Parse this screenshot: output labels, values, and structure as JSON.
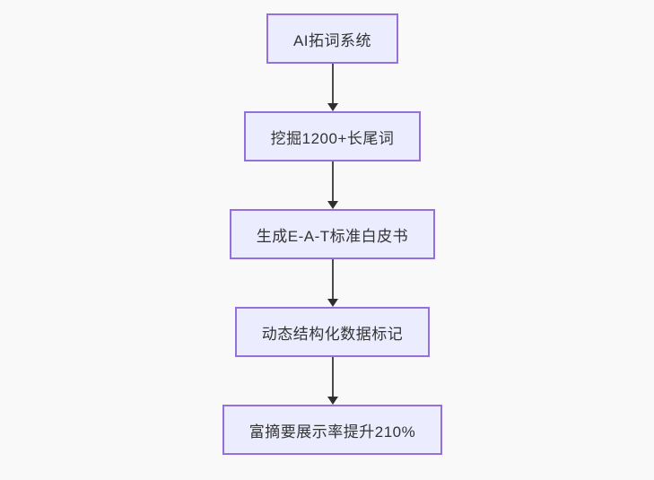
{
  "flowchart": {
    "type": "flowchart",
    "direction": "top-down",
    "background_color": "#f9f9f9",
    "style": {
      "node_fill": "#ECECFF",
      "node_border": "#9370DB",
      "text_color": "#333333",
      "arrow_color": "#333333"
    },
    "nodes": [
      {
        "id": "n1",
        "label": "AI拓词系统"
      },
      {
        "id": "n2",
        "label": "挖掘1200+长尾词"
      },
      {
        "id": "n3",
        "label": "生成E-A-T标准白皮书"
      },
      {
        "id": "n4",
        "label": "动态结构化数据标记"
      },
      {
        "id": "n5",
        "label": "富摘要展示率提升210%"
      }
    ],
    "edges": [
      {
        "from": "n1",
        "to": "n2"
      },
      {
        "from": "n2",
        "to": "n3"
      },
      {
        "from": "n3",
        "to": "n4"
      },
      {
        "from": "n4",
        "to": "n5"
      }
    ]
  }
}
